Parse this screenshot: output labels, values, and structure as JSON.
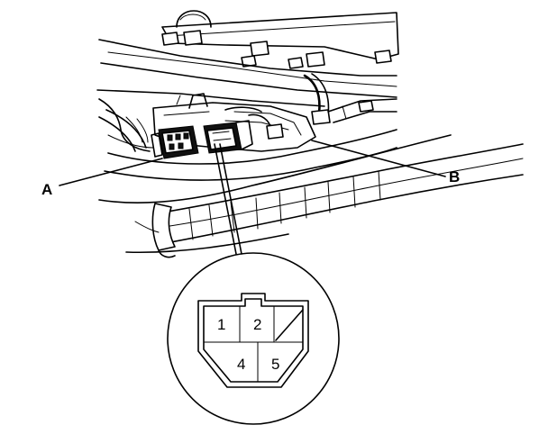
{
  "callouts": {
    "a": "A",
    "b": "B"
  },
  "connector_terminals": [
    "1",
    "2",
    "4",
    "5"
  ],
  "icons": {
    "engine_illustration": "engine-assembly-illustration",
    "harness": "wire-harness-illustration",
    "connector_a": "connector-a-illustration",
    "connector_b": "connector-b-illustration",
    "terminal_view": "connector-terminal-face-view",
    "unused_cavity": "unused-terminal-cavity-icon"
  }
}
